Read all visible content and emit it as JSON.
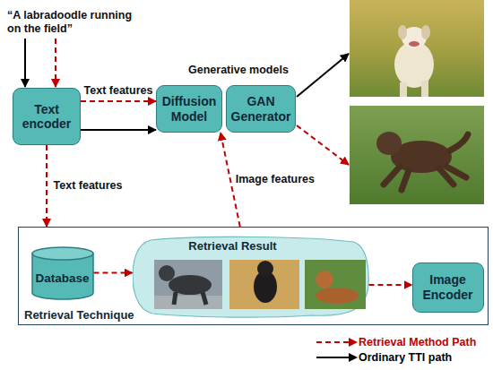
{
  "diagram": {
    "nodes": [
      {
        "text": [
          "Text encoder"
        ]
      },
      {
        "text": [
          "Diffusion Model"
        ]
      },
      {
        "text": [
          "GAN Generator"
        ]
      },
      {
        "text": [
          "Retrieval Technique"
        ]
      },
      {
        "text": [
          "Database"
        ],
        "in": 3
      },
      {
        "text": [
          "Retrieval Result"
        ],
        "in": 3
      },
      {
        "text": [
          "Image Encoder"
        ],
        "in": 3
      }
    ],
    "edges": [
      {
        "from": 0,
        "to": 1,
        "label": "Text features",
        "arrow": "to"
      },
      {
        "from": 0,
        "to": 1,
        "arrow": "to"
      },
      {
        "from": 0,
        "to": 3,
        "label": "Text features",
        "arrow": "to"
      },
      {
        "from": 3,
        "to": 1,
        "label": "Image features",
        "arrow": "to"
      },
      {
        "from": 4,
        "to": 5,
        "arrow": "to"
      },
      {
        "from": 5,
        "to": 6,
        "arrow": "to"
      }
    ],
    "labels": [
      "“A labradoodle running on the field”",
      "Generative models"
    ],
    "legend": [
      {
        "text": "Retrieval Method Path"
      },
      {
        "text": "Ordinary TTI path"
      }
    ]
  }
}
